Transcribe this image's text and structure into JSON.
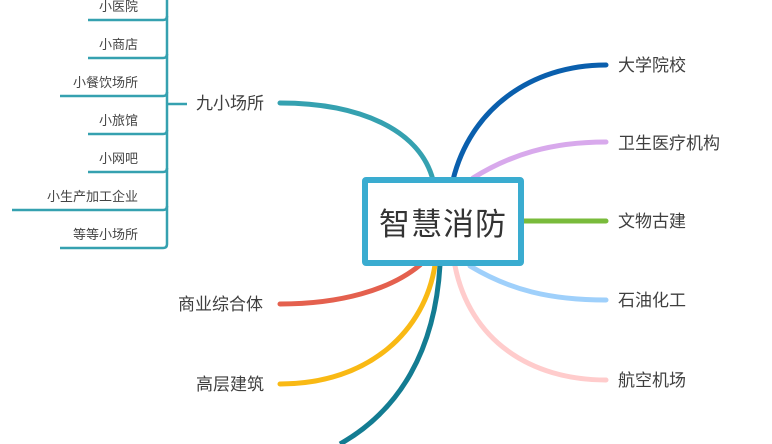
{
  "mindmap": {
    "root": {
      "label": "智慧消防",
      "border_color": "#3aacd0"
    },
    "left_branches": [
      {
        "label": "九小场所",
        "color": "#35a1b0",
        "children": [
          {
            "label": "小医院"
          },
          {
            "label": "小商店"
          },
          {
            "label": "小餐饮场所"
          },
          {
            "label": "小旅馆"
          },
          {
            "label": "小网吧"
          },
          {
            "label": "小生产加工企业"
          },
          {
            "label": "等等小场所"
          }
        ]
      },
      {
        "label": "商业综合体",
        "color": "#e4604e"
      },
      {
        "label": "高层建筑",
        "color": "#f9b914"
      }
    ],
    "right_branches": [
      {
        "label": "大学院校",
        "color": "#0a5fad"
      },
      {
        "label": "卫生医疗机构",
        "color": "#d8a9ec"
      },
      {
        "label": "文物古建",
        "color": "#79bb3b"
      },
      {
        "label": "石油化工",
        "color": "#9fd0fb"
      },
      {
        "label": "航空机场",
        "color": "#ffcccc"
      }
    ],
    "offscreen_branch": {
      "color": "#137c92"
    }
  }
}
